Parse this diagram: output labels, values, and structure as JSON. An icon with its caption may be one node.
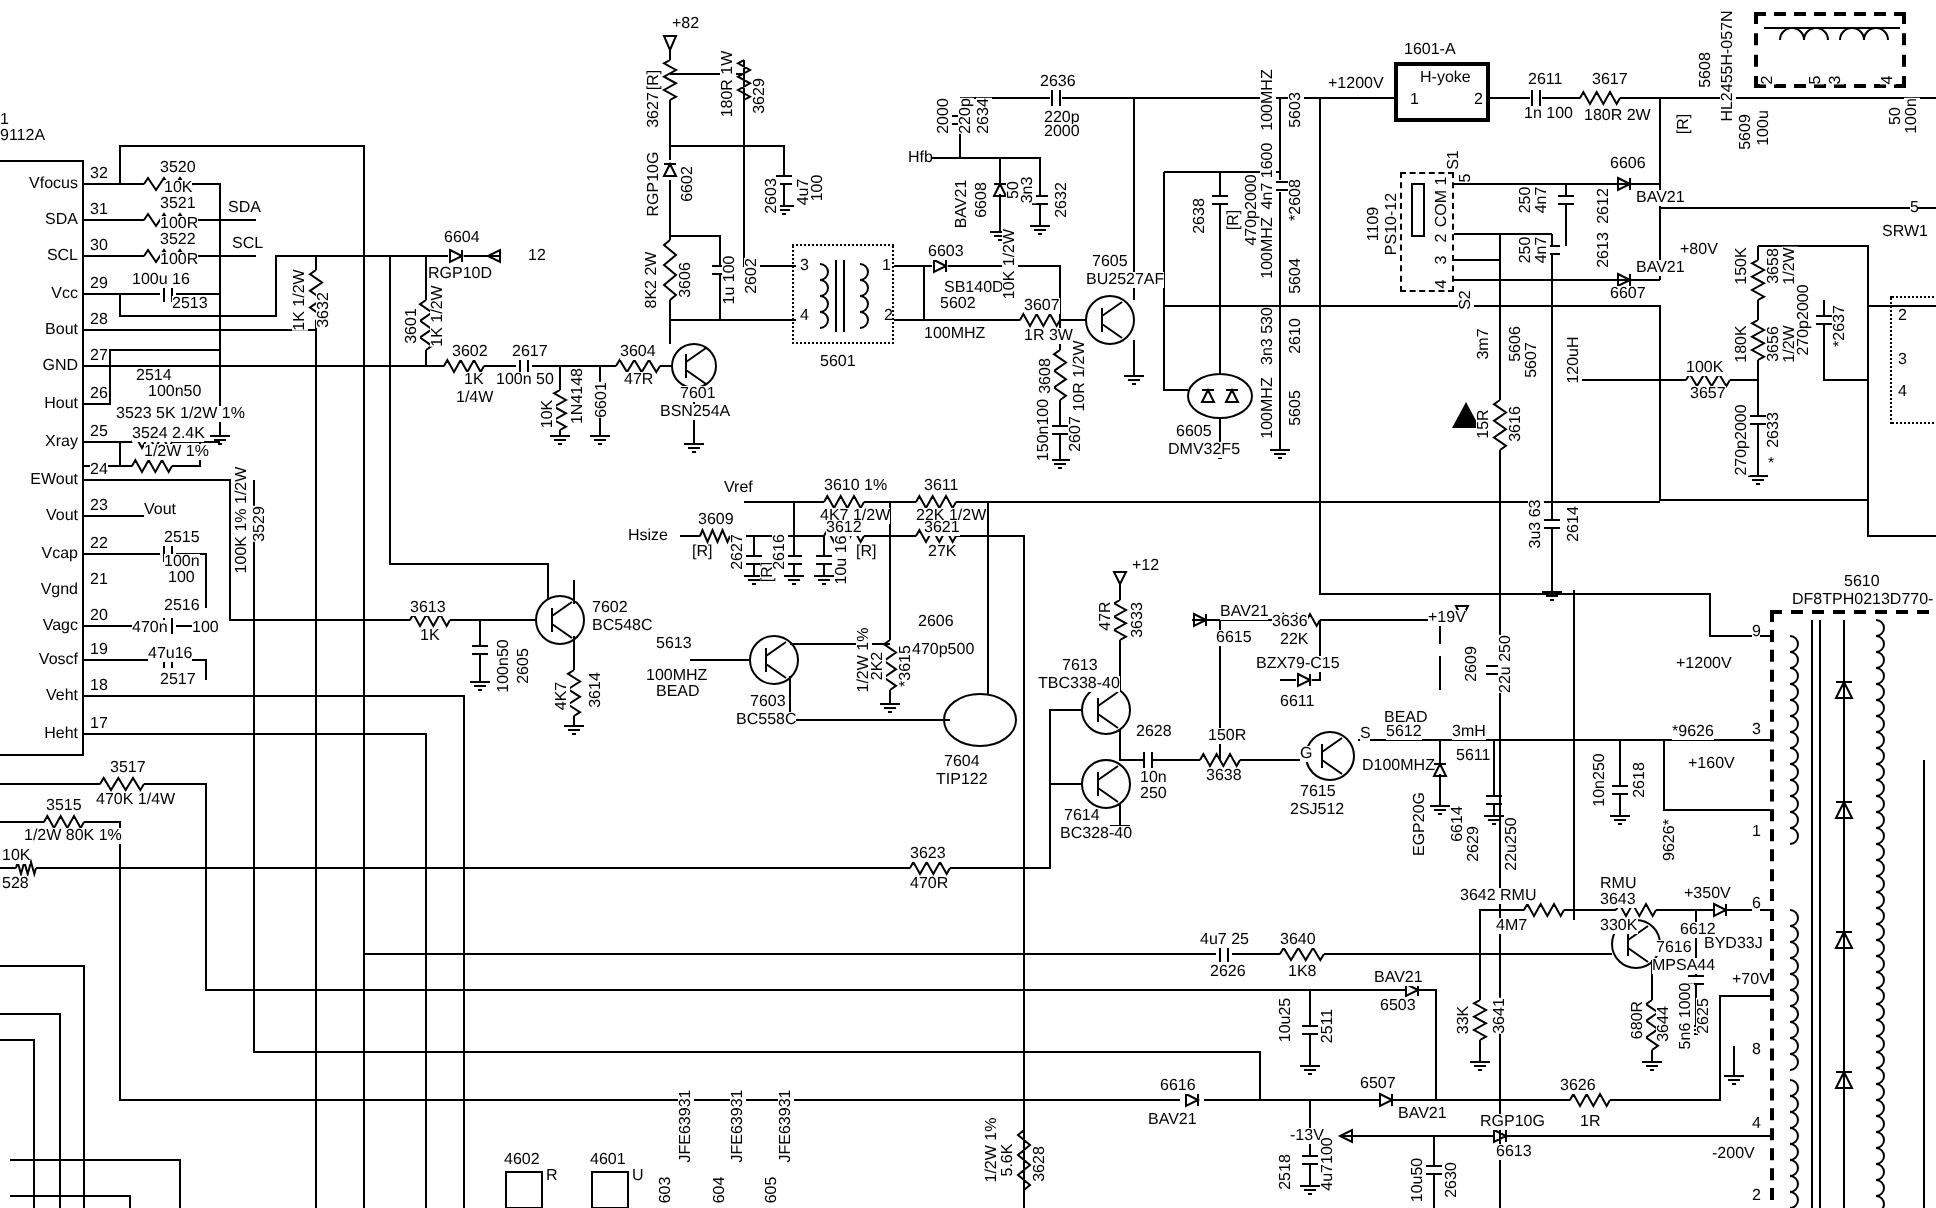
{
  "diagram": {
    "nodes": [
      {
        "text": [
          "Vfocus",
          "SDA",
          "SCL",
          "Vcc",
          "Bout",
          "GND",
          "Hout",
          "Xray",
          "EWout",
          "Vout",
          "Vcap",
          "Vgnd",
          "Vagc",
          "Voscf",
          "Veht",
          "Heht"
        ],
        "beside": [
          "1",
          "9112A",
          "32",
          "31",
          "30",
          "29",
          "28",
          "27",
          "26",
          "25",
          "24",
          "23",
          "22",
          "21",
          "20",
          "19",
          "18",
          "17"
        ]
      },
      {
        "text": [
          "3",
          "1",
          "4",
          "2"
        ],
        "beside": [
          "5601"
        ]
      },
      {
        "text": [
          "H-yoke",
          "1",
          "2"
        ],
        "beside": [
          "1601-A"
        ]
      },
      {
        "text": [
          "COM 1",
          "2",
          "3",
          "4"
        ],
        "beside": [
          "S1",
          "5",
          "S2",
          "1109",
          "PS10-12"
        ]
      },
      {
        "text": [
          "2",
          "5",
          "3",
          "4"
        ],
        "beside": [
          "5608",
          "HL2455H-057N"
        ]
      },
      {
        "text": [
          "2",
          "3",
          "4"
        ],
        "beside": [
          "5",
          "SRW1"
        ]
      },
      {
        "text": [],
        "shape": "box",
        "beside": [
          "5610",
          "DF8TPH0213D770-",
          "9",
          "3",
          "1",
          "6",
          "8",
          "4",
          "2"
        ]
      }
    ],
    "labels": [
      "3520",
      "10K",
      "3521",
      "100R",
      "SDA",
      "3522",
      "100R",
      "SCL",
      "100u 16",
      "2513",
      "2514",
      "100n50",
      "3523",
      "5K 1/2W 1%",
      "3524",
      "2.4K",
      "1/2W 1%",
      "Vout",
      "100K 1% 1/2W",
      "3529",
      "2515",
      "100n",
      "100",
      "2516",
      "470n",
      "100",
      "47u16",
      "2517",
      "1K 1/2W",
      "3632",
      "6604",
      "RGP10D",
      "12",
      "3601",
      "1K 1/2W",
      "3602",
      "1K",
      "1/4W",
      "2617",
      "100n 50",
      "10K",
      "1N4148",
      "6601",
      "3604",
      "47R",
      "+82",
      "[R]",
      "3627",
      "180R 1W",
      "3629",
      "RGP10G",
      "6602",
      "2603",
      "4u7",
      "100",
      "8K2 2W",
      "3606",
      "1u 100",
      "2602",
      "7601",
      "BSN254A",
      "2636",
      "220p",
      "2000",
      "2000",
      "220p",
      "2634",
      "Hfb",
      "BAV21",
      "6608",
      "50",
      "3n3",
      "2632",
      "6603",
      "SB140D",
      "5602",
      "100MHZ",
      "10K 1/2W",
      "3607",
      "1R 3W",
      "7605",
      "BU2527AF",
      "3608",
      "10R 1/2W",
      "150n100",
      "2607",
      "2638",
      "[R]",
      "470p2000",
      "6605",
      "DMV32F5",
      "100MHZ",
      "5603",
      "4n7 1600",
      "100MHZ",
      "*2608",
      "5604",
      "3n3 530",
      "2610",
      "100MHZ",
      "5605",
      "Vref",
      "3610 1%",
      "4K7 1/2W",
      "3612",
      "[R]",
      "3611",
      "22K 1/2W",
      "3621",
      "27K",
      "Hsize",
      "3609",
      "[R]",
      "2627",
      "[R]",
      "2616",
      "10u 16",
      "+12",
      "+1200V",
      "2611",
      "1n 100",
      "3617",
      "180R 2W",
      "[R]",
      "5609",
      "100u",
      "50",
      "100n",
      "6606",
      "BAV21",
      "250",
      "4n7",
      "2612",
      "250",
      "4n7",
      "2613",
      "BAV21",
      "6607",
      "3m7",
      "5606",
      "15R",
      "3616",
      "5607",
      "120uH",
      "3u3 63",
      "2614",
      "+80V",
      "150K",
      "3658",
      "1/2W",
      "180K",
      "3656",
      "1/2W",
      "100K",
      "3657",
      "270p2000",
      "2633",
      "*",
      "270p2000",
      "*2637",
      "3517",
      "470K 1/4W",
      "3515",
      "1/2W 80K 1%",
      "10K",
      "528",
      "3613",
      "1K",
      "7602",
      "BC548C",
      "100n50",
      "2605",
      "4K7",
      "3614",
      "4602",
      "R",
      "4601",
      "U",
      "5613",
      "100MHZ",
      "BEAD",
      "7603",
      "BC558C",
      "1/2W 1%",
      "2K2",
      "*3615",
      "2606",
      "470p500",
      "7604",
      "TIP122",
      "47R",
      "3633",
      "7613",
      "TBC338-40",
      "7614",
      "BC328-40",
      "2628",
      "10n",
      "250",
      "150R",
      "3638",
      "BAV21",
      "6615",
      "3623",
      "470R",
      "4u7 25",
      "2626",
      "6616",
      "BAV21",
      "1/2W 1%",
      "5.6K",
      "3628",
      "603",
      "JFE63931",
      "604",
      "JFE63931",
      "605",
      "JFE63931",
      "3636",
      "22K",
      "BZX79-C15",
      "6611",
      "+19V",
      "2609",
      "22u 250",
      "7615",
      "2SJ512",
      "G",
      "S",
      "BEAD",
      "5612",
      "D100MHZ",
      "3mH",
      "5611",
      "EGP20G",
      "6614",
      "2629",
      "22u250",
      "10n250",
      "2618",
      "*9626",
      "9626*",
      "+1200V",
      "+160V",
      "3642 RMU",
      "4M7",
      "RMU",
      "3643",
      "330K",
      "7616",
      "MPSA44",
      "33K",
      "3641",
      "680R",
      "3644",
      "+350V",
      "5n6 1000",
      "2625",
      "6612",
      "BYD33J",
      "+70V",
      "3640",
      "1K8",
      "BAV21",
      "6503",
      "10u25",
      "2511",
      "6507",
      "BAV21",
      "3626",
      "1R",
      "-200V",
      "-13V",
      "RGP10G",
      "6613",
      "2518",
      "4u7100",
      "10u50",
      "2630"
    ]
  }
}
